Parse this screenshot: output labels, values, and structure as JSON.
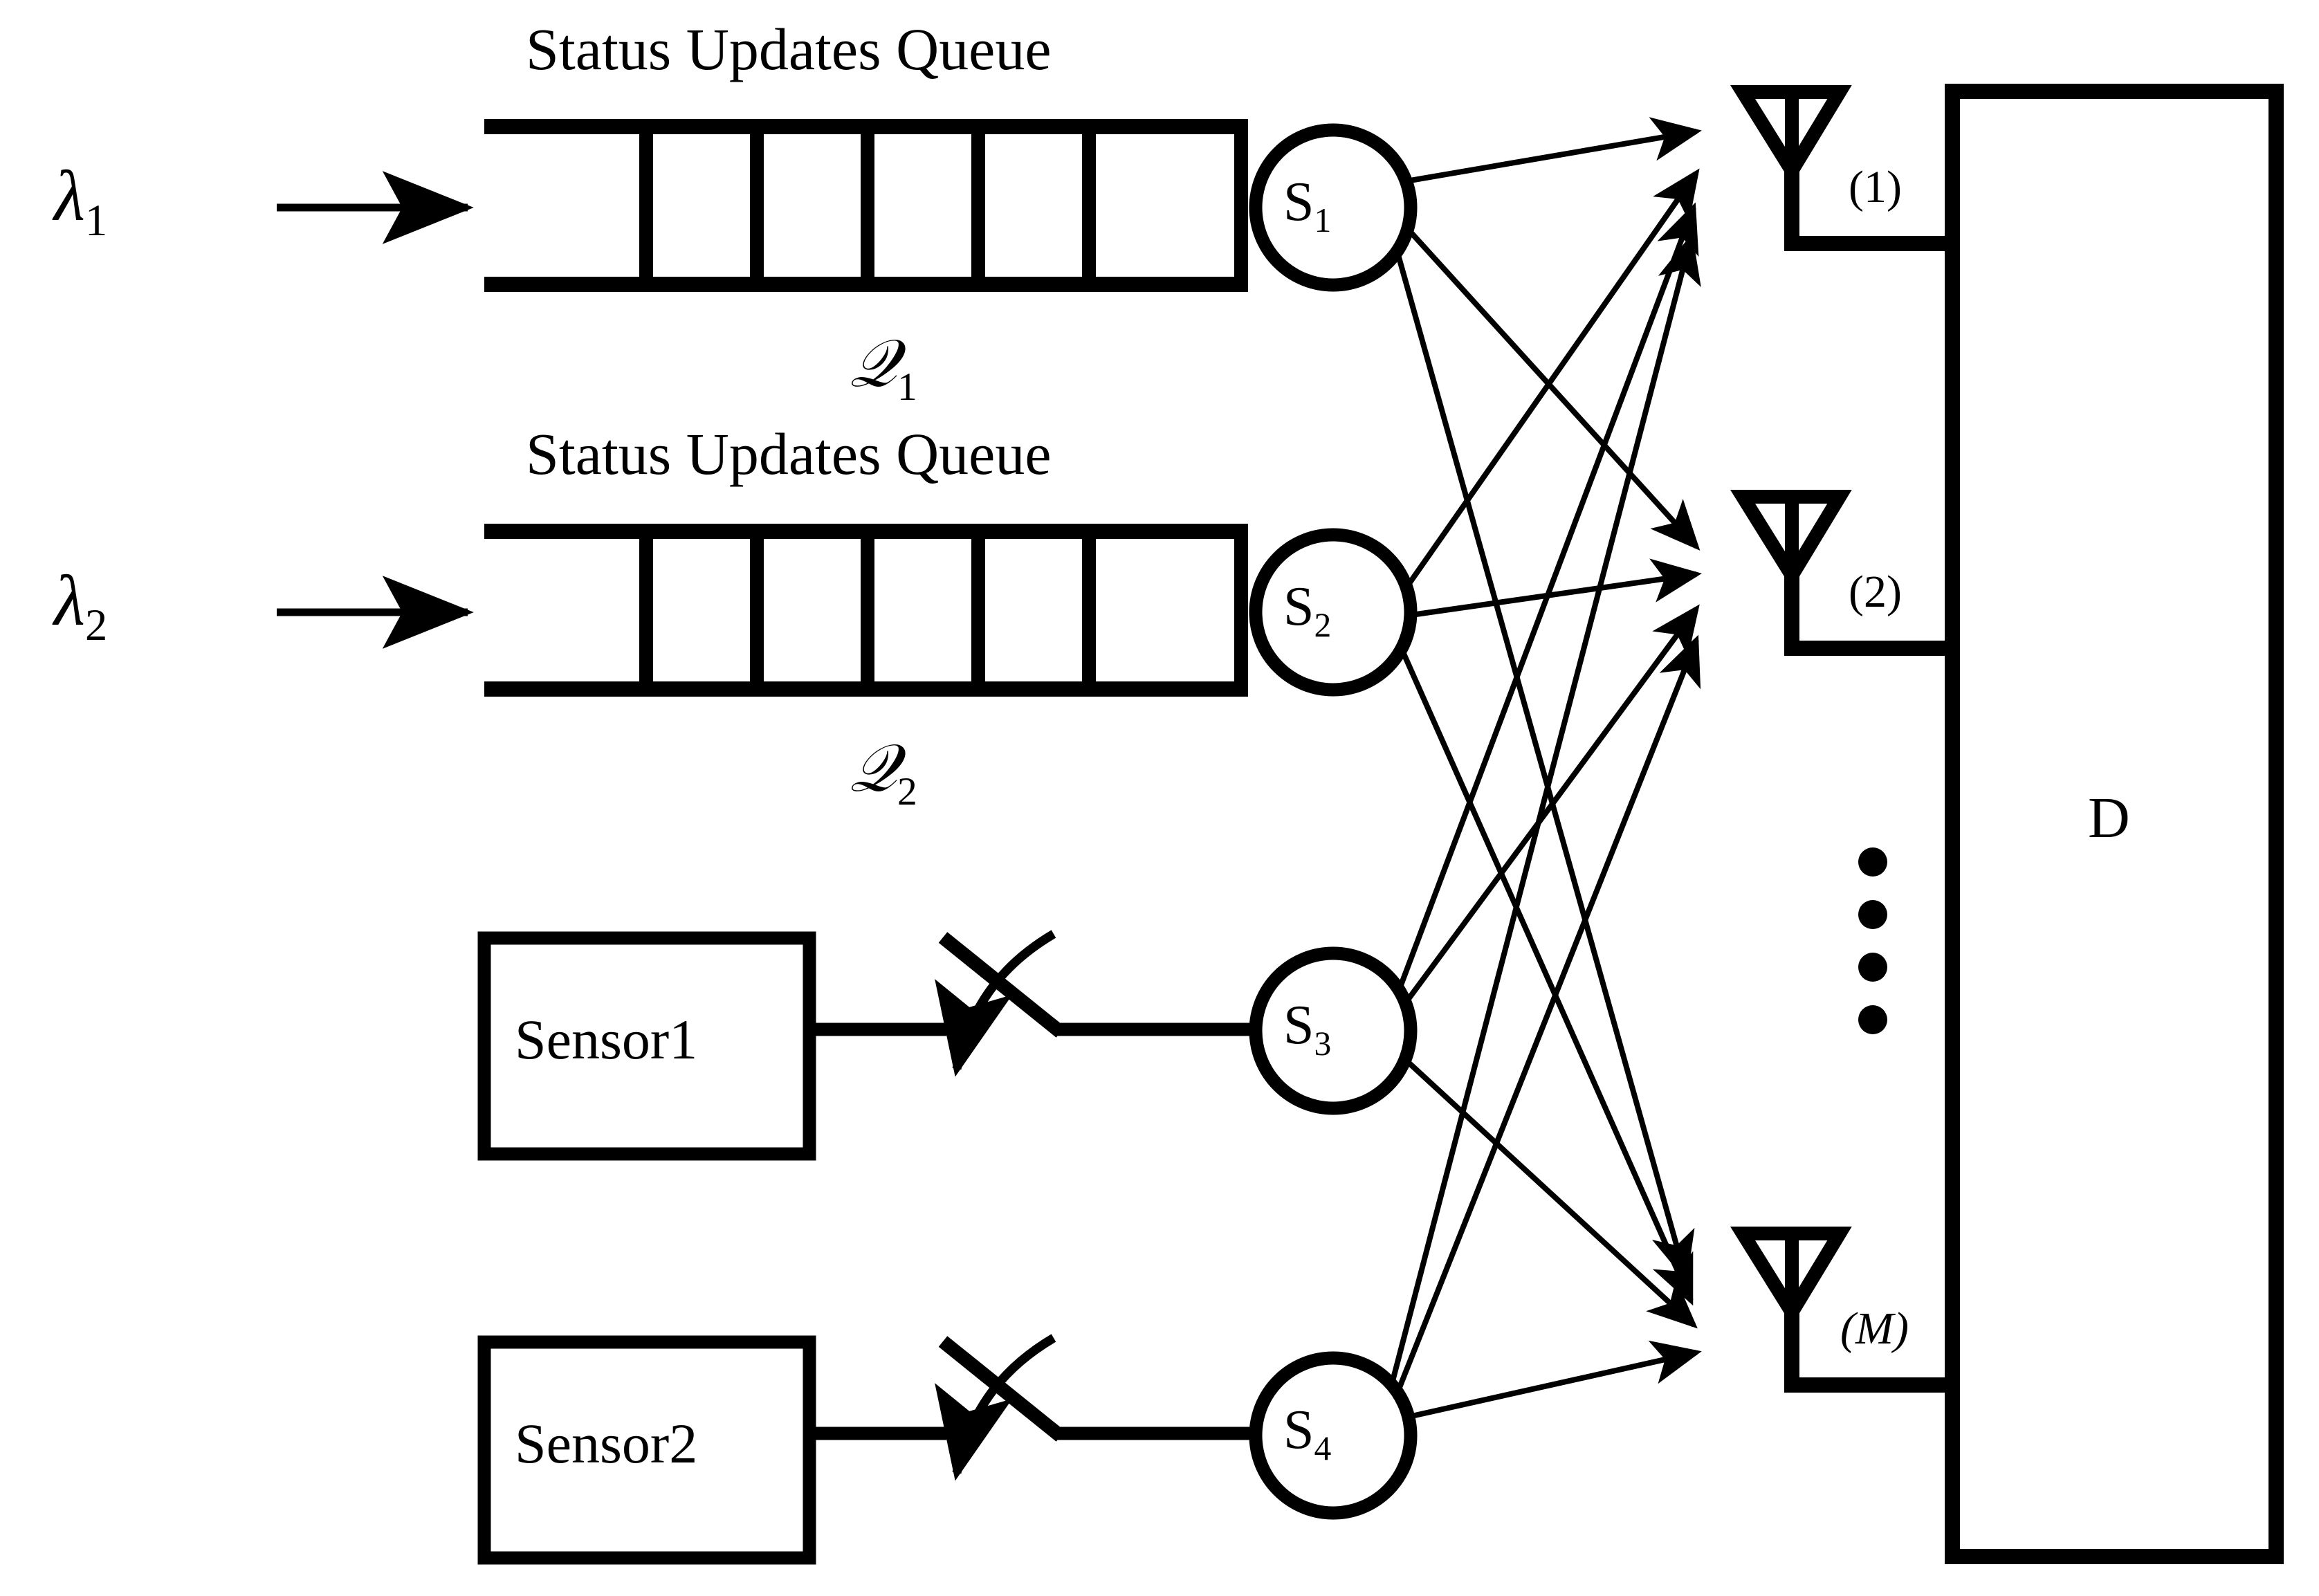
{
  "figure": {
    "type": "system-block-diagram",
    "title": "Multi-source status update transmission system with multi-antenna destination",
    "background_color": "#ffffff",
    "stroke_color": "#000000"
  },
  "queues": [
    {
      "id": "queue-1",
      "title": "Status Updates Queue",
      "label": "𝒬",
      "label_sub": "1",
      "arrival_label": "λ",
      "arrival_sub": "1",
      "cells": 7,
      "server_label": "S",
      "server_sub": "1"
    },
    {
      "id": "queue-2",
      "title": "Status Updates Queue",
      "label": "𝒬",
      "label_sub": "2",
      "arrival_label": "λ",
      "arrival_sub": "2",
      "cells": 7,
      "server_label": "S",
      "server_sub": "2"
    }
  ],
  "sensors": [
    {
      "id": "sensor-1",
      "label": "Sensor1",
      "switch": "open-switch-with-actuation-arrow",
      "server_label": "S",
      "server_sub": "3"
    },
    {
      "id": "sensor-2",
      "label": "Sensor2",
      "switch": "open-switch-with-actuation-arrow",
      "server_label": "S",
      "server_sub": "4"
    }
  ],
  "sources": [
    {
      "id": "S1",
      "label": "S",
      "sub": "1"
    },
    {
      "id": "S2",
      "label": "S",
      "sub": "2"
    },
    {
      "id": "S3",
      "label": "S",
      "sub": "3"
    },
    {
      "id": "S4",
      "label": "S",
      "sub": "4"
    }
  ],
  "destination": {
    "id": "D",
    "label": "D",
    "antennas": [
      {
        "id": "antenna-1",
        "label_open": "(",
        "label": "1",
        "label_close": ")",
        "full": "(1)",
        "italic": false
      },
      {
        "id": "antenna-2",
        "label_open": "(",
        "label": "2",
        "label_close": ")",
        "full": "(2)",
        "italic": false
      },
      {
        "id": "antenna-M",
        "label_open": "(",
        "label": "M",
        "label_close": ")",
        "full": "(M)",
        "italic": true
      }
    ],
    "ellipsis": "⋮",
    "ellipsis_dot_count": 4
  },
  "links": {
    "description": "every source S1..S4 transmits to every antenna (1),(2),(M)",
    "count": 12,
    "arrowhead": "filled-triangle"
  }
}
